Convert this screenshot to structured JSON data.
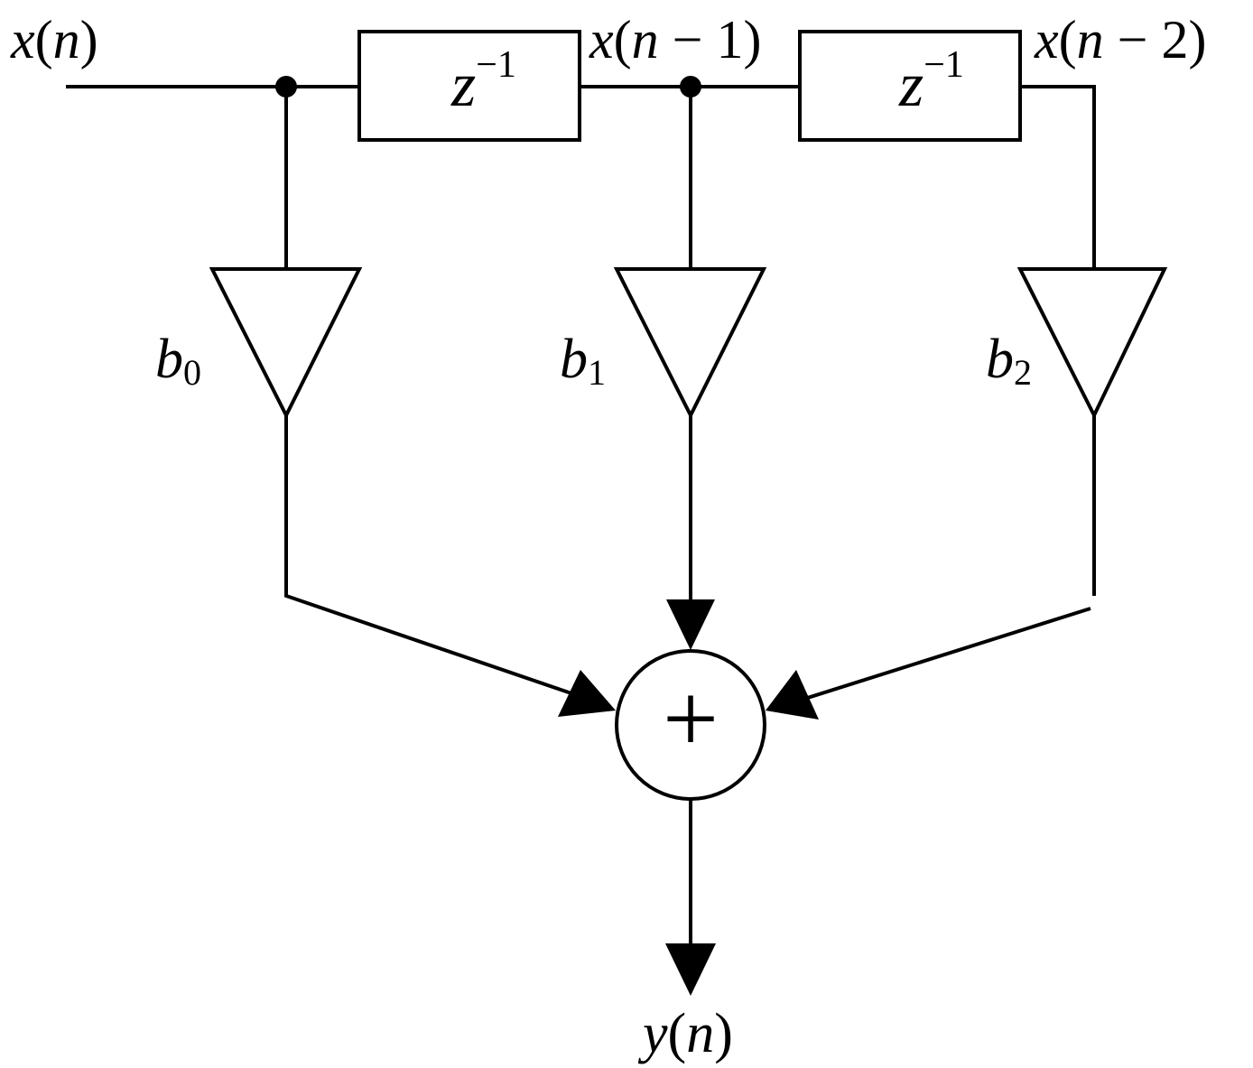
{
  "signals": {
    "input": {
      "var": "x",
      "open": "(",
      "arg": "n",
      "close": ")"
    },
    "delay1_out": {
      "var": "x",
      "open": "(",
      "arg": "n",
      "op": " − ",
      "num": "1",
      "close": ")"
    },
    "delay2_out": {
      "var": "x",
      "open": "(",
      "arg": "n",
      "op": " − ",
      "num": "2",
      "close": ")"
    },
    "output": {
      "var": "y",
      "open": "(",
      "arg": "n",
      "close": ")"
    }
  },
  "delays": [
    {
      "base": "z",
      "exp": "−1"
    },
    {
      "base": "z",
      "exp": "−1"
    }
  ],
  "coefficients": [
    {
      "base": "b",
      "sub": "0"
    },
    {
      "base": "b",
      "sub": "1"
    },
    {
      "base": "b",
      "sub": "2"
    }
  ],
  "adder": {
    "symbol": "+"
  }
}
